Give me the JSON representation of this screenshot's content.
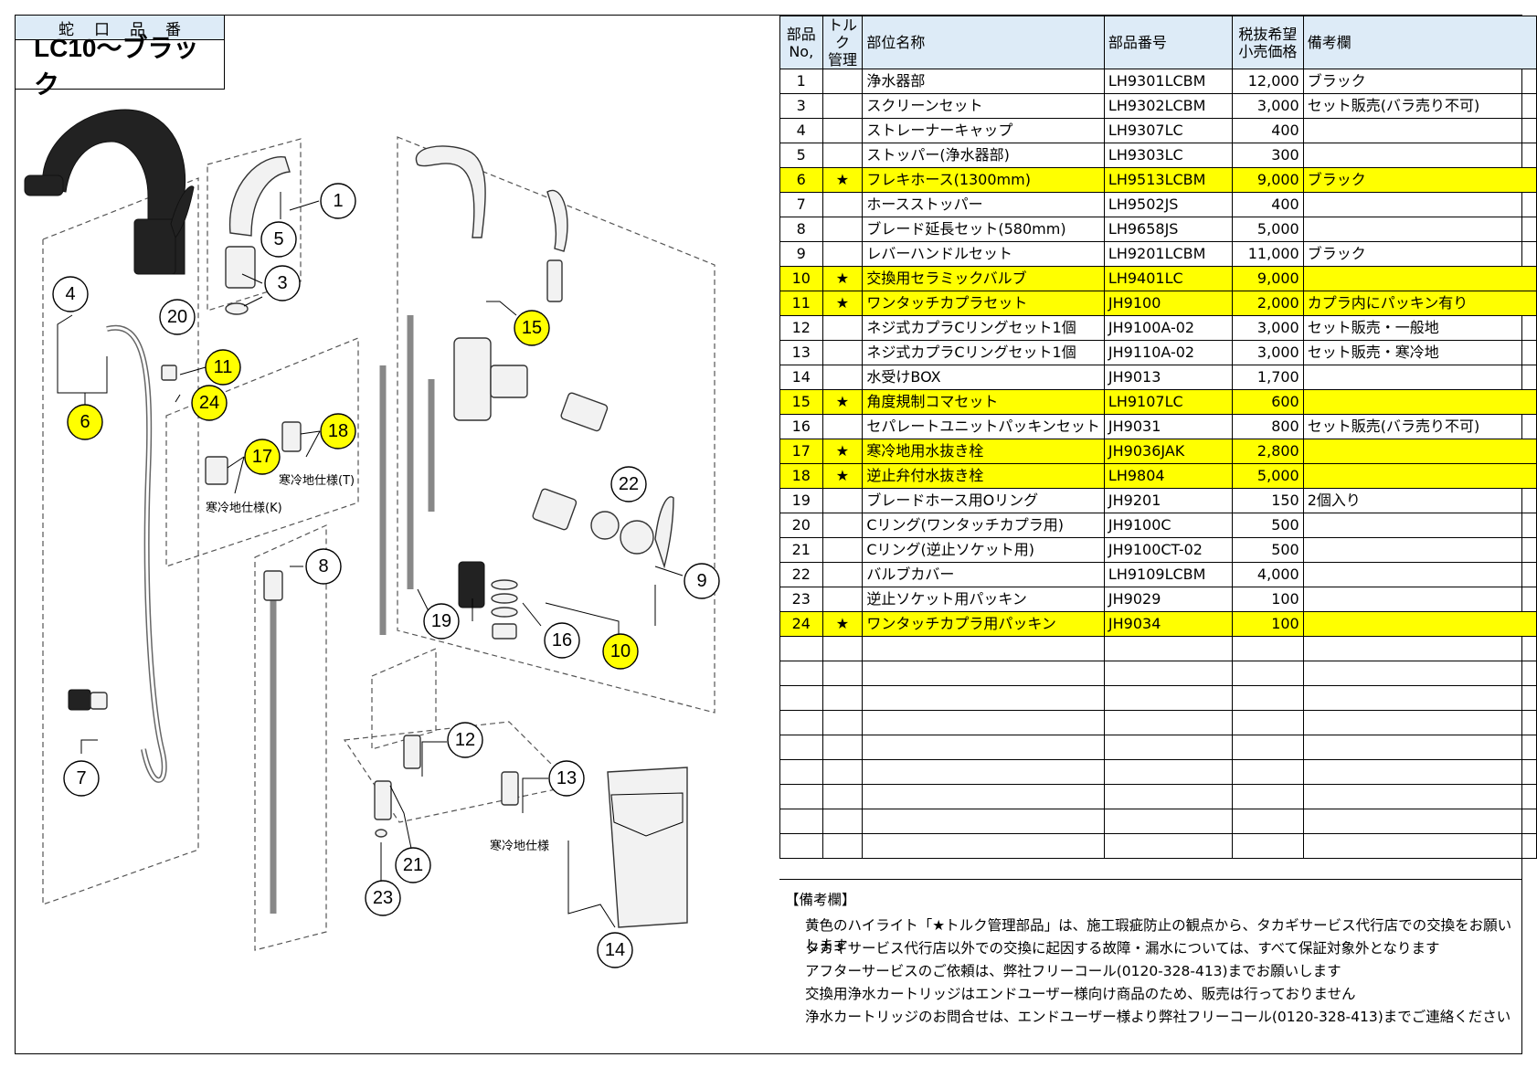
{
  "header": {
    "label": "蛇口品番",
    "model": "LC10～ブラック"
  },
  "table": {
    "headers": {
      "no": "部品\nNo,",
      "torque": "トルク\n管理",
      "name": "部位名称",
      "part_number": "部品番号",
      "price": "税抜希望\n小売価格",
      "remarks": "備考欄"
    },
    "rows": [
      {
        "no": "1",
        "star": "",
        "name": "浄水器部",
        "part": "LH9301LCBM",
        "price": "12,000",
        "remark": "ブラック",
        "hl": false
      },
      {
        "no": "3",
        "star": "",
        "name": "スクリーンセット",
        "part": "LH9302LCBM",
        "price": "3,000",
        "remark": "セット販売(バラ売り不可)",
        "hl": false
      },
      {
        "no": "4",
        "star": "",
        "name": "ストレーナーキャップ",
        "part": "LH9307LC",
        "price": "400",
        "remark": "",
        "hl": false
      },
      {
        "no": "5",
        "star": "",
        "name": "ストッパー(浄水器部)",
        "part": "LH9303LC",
        "price": "300",
        "remark": "",
        "hl": false
      },
      {
        "no": "6",
        "star": "★",
        "name": "フレキホース(1300mm)",
        "part": "LH9513LCBM",
        "price": "9,000",
        "remark": "ブラック",
        "hl": true
      },
      {
        "no": "7",
        "star": "",
        "name": "ホースストッパー",
        "part": "LH9502JS",
        "price": "400",
        "remark": "",
        "hl": false
      },
      {
        "no": "8",
        "star": "",
        "name": "ブレード延長セット(580mm)",
        "part": "LH9658JS",
        "price": "5,000",
        "remark": "",
        "hl": false
      },
      {
        "no": "9",
        "star": "",
        "name": "レバーハンドルセット",
        "part": "LH9201LCBM",
        "price": "11,000",
        "remark": "ブラック",
        "hl": false
      },
      {
        "no": "10",
        "star": "★",
        "name": "交換用セラミックバルブ",
        "part": "LH9401LC",
        "price": "9,000",
        "remark": "",
        "hl": true
      },
      {
        "no": "11",
        "star": "★",
        "name": "ワンタッチカプラセット",
        "part": "JH9100",
        "price": "2,000",
        "remark": "カプラ内にパッキン有り",
        "hl": true
      },
      {
        "no": "12",
        "star": "",
        "name": "ネジ式カプラCリングセット1個",
        "part": "JH9100A-02",
        "price": "3,000",
        "remark": "セット販売・一般地",
        "hl": false
      },
      {
        "no": "13",
        "star": "",
        "name": "ネジ式カプラCリングセット1個",
        "part": "JH9110A-02",
        "price": "3,000",
        "remark": "セット販売・寒冷地",
        "hl": false
      },
      {
        "no": "14",
        "star": "",
        "name": "水受けBOX",
        "part": "JH9013",
        "price": "1,700",
        "remark": "",
        "hl": false
      },
      {
        "no": "15",
        "star": "★",
        "name": "角度規制コマセット",
        "part": "LH9107LC",
        "price": "600",
        "remark": "",
        "hl": true
      },
      {
        "no": "16",
        "star": "",
        "name": "セパレートユニットパッキンセット",
        "part": "JH9031",
        "price": "800",
        "remark": "セット販売(バラ売り不可)",
        "hl": false
      },
      {
        "no": "17",
        "star": "★",
        "name": "寒冷地用水抜き栓",
        "part": "JH9036JAK",
        "price": "2,800",
        "remark": "",
        "hl": true
      },
      {
        "no": "18",
        "star": "★",
        "name": "逆止弁付水抜き栓",
        "part": "LH9804",
        "price": "5,000",
        "remark": "",
        "hl": true
      },
      {
        "no": "19",
        "star": "",
        "name": "ブレードホース用Oリング",
        "part": "JH9201",
        "price": "150",
        "remark": "2個入り",
        "hl": false
      },
      {
        "no": "20",
        "star": "",
        "name": "Cリング(ワンタッチカプラ用)",
        "part": "JH9100C",
        "price": "500",
        "remark": "",
        "hl": false
      },
      {
        "no": "21",
        "star": "",
        "name": "Cリング(逆止ソケット用)",
        "part": "JH9100CT-02",
        "price": "500",
        "remark": "",
        "hl": false
      },
      {
        "no": "22",
        "star": "",
        "name": "バルブカバー",
        "part": "LH9109LCBM",
        "price": "4,000",
        "remark": "",
        "hl": false
      },
      {
        "no": "23",
        "star": "",
        "name": "逆止ソケット用パッキン",
        "part": "JH9029",
        "price": "100",
        "remark": "",
        "hl": false
      },
      {
        "no": "24",
        "star": "★",
        "name": "ワンタッチカプラ用パッキン",
        "part": "JH9034",
        "price": "100",
        "remark": "",
        "hl": true
      }
    ]
  },
  "notes": {
    "title": "【備考欄】",
    "lines": [
      "黄色のハイライト「★トルク管理部品」は、施工瑕疵防止の観点から、タカギサービス代行店での交換をお願いします",
      "タカギサービス代行店以外での交換に起因する故障・漏水については、すべて保証対象外となります",
      "アフターサービスのご依頼は、弊社フリーコール(0120-328-413)までお願いします",
      "交換用浄水カートリッジはエンドユーザー様向け商品のため、販売は行っておりません",
      "浄水カートリッジのお問合せは、エンドユーザー様より弊社フリーコール(0120-328-413)までご連絡ください"
    ]
  },
  "diagram": {
    "variant_labels": {
      "k": "寒冷地仕様(K)",
      "t": "寒冷地仕様(T)",
      "cold": "寒冷地仕様"
    },
    "callouts": [
      {
        "n": "1",
        "hl": false
      },
      {
        "n": "3",
        "hl": false
      },
      {
        "n": "4",
        "hl": false
      },
      {
        "n": "5",
        "hl": false
      },
      {
        "n": "6",
        "hl": true
      },
      {
        "n": "7",
        "hl": false
      },
      {
        "n": "8",
        "hl": false
      },
      {
        "n": "9",
        "hl": false
      },
      {
        "n": "10",
        "hl": true
      },
      {
        "n": "11",
        "hl": true
      },
      {
        "n": "12",
        "hl": false
      },
      {
        "n": "13",
        "hl": false
      },
      {
        "n": "14",
        "hl": false
      },
      {
        "n": "15",
        "hl": true
      },
      {
        "n": "16",
        "hl": false
      },
      {
        "n": "17",
        "hl": true
      },
      {
        "n": "18",
        "hl": true
      },
      {
        "n": "19",
        "hl": false
      },
      {
        "n": "20",
        "hl": false
      },
      {
        "n": "21",
        "hl": false
      },
      {
        "n": "22",
        "hl": false
      },
      {
        "n": "23",
        "hl": false
      },
      {
        "n": "24",
        "hl": true
      }
    ]
  },
  "colors": {
    "highlight": "#ffff00",
    "header_bg": "#ddebf7"
  }
}
